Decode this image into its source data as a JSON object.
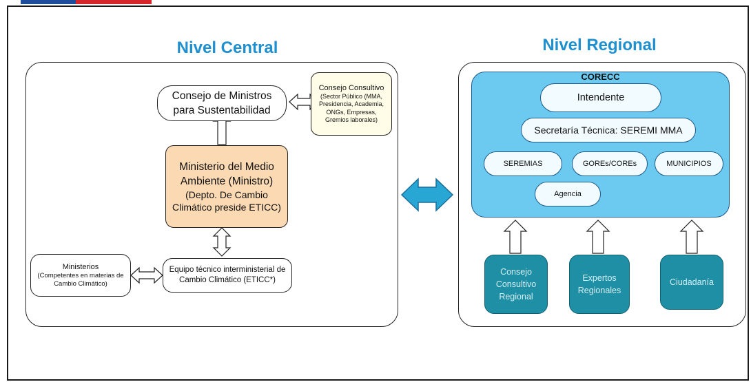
{
  "central": {
    "title": "Nivel Central",
    "consejo_ministros": "Consejo de Ministros para Sustentabilidad",
    "consejo_consultivo_head": "Consejo Consultivo",
    "consejo_consultivo_detail": "(Sector Público (MMA, Presidencia, Academia, ONGs, Empresas, Gremios laborales)",
    "ministerio": "Ministerio del Medio Ambiente (Ministro)",
    "ministerio_detail": "(Depto. De Cambio Climático preside ETICC)",
    "equipo_tecnico": "Equipo técnico interministerial de Cambio Climático (ETICC*)",
    "ministerios_head": "Ministerios",
    "ministerios_detail": "(Competentes en materias de Cambio Climático)"
  },
  "regional": {
    "title": "Nivel Regional",
    "corecc_label": "CORECC",
    "intendente": "Intendente",
    "secretaria": "Secretaría Técnica: SEREMI MMA",
    "seremias": "SEREMIAS",
    "gores": "GOREs/COREs",
    "municipios": "MUNICIPIOS",
    "agencia": "Agencia",
    "consejo_regional": "Consejo Consultivo Regional",
    "expertos": "Expertos Regionales",
    "ciudadania": "Ciudadanía"
  }
}
